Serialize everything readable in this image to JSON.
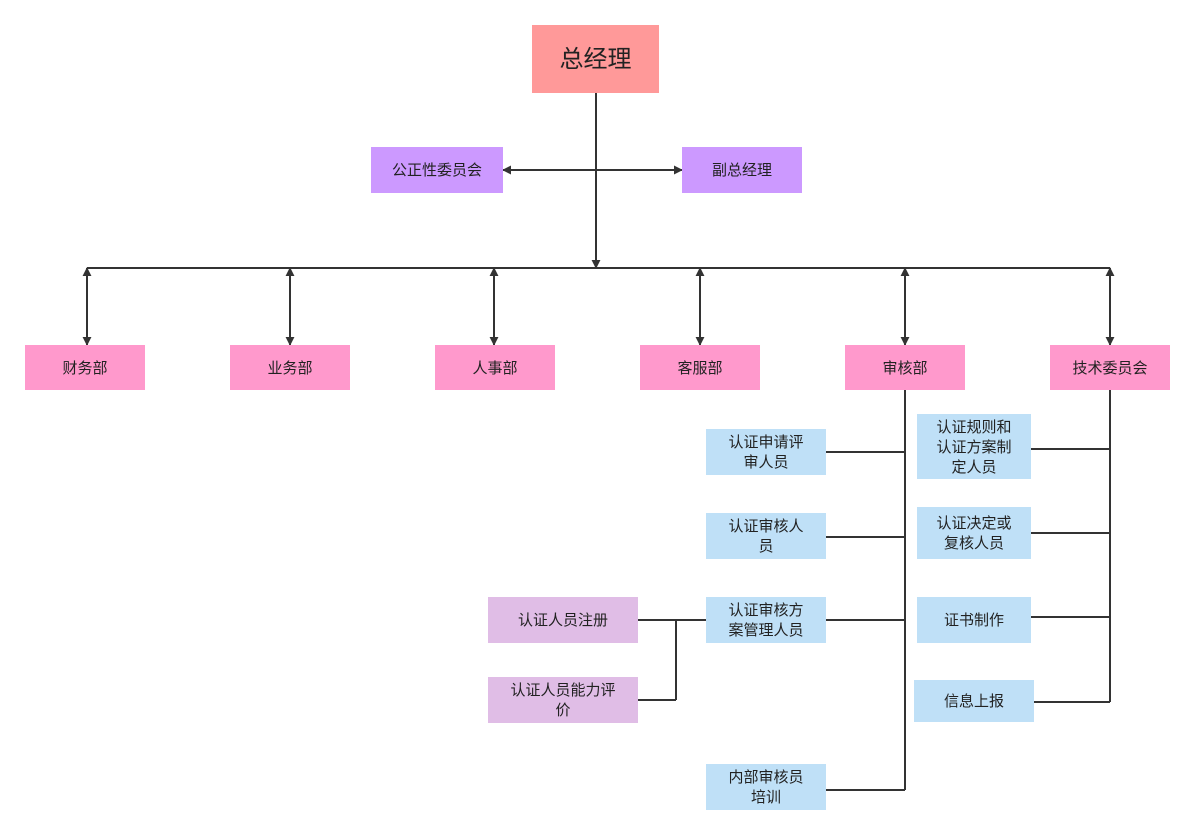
{
  "nodes": {
    "gm": "总经理",
    "fair": "公正性委员会",
    "vgm": "副总经理",
    "finance": "财务部",
    "business": "业务部",
    "hr": "人事部",
    "service": "客服部",
    "audit": "审核部",
    "tech": "技术委员会",
    "apply_reviewer": "认证申请评\n审人员",
    "auditor": "认证审核人\n员",
    "plan_manager": "认证审核方\n案管理人员",
    "internal_training": "内部审核员\n培训",
    "registration": "认证人员注册",
    "competence": "认证人员能力评\n价",
    "rules": "认证规则和\n认证方案制\n定人员",
    "decision": "认证决定或\n复核人员",
    "cert_make": "证书制作",
    "info_report": "信息上报"
  },
  "colors": {
    "top": "#ff9999",
    "executive": "#cc99ff",
    "department": "#ff99cc",
    "staff": "#bfe0f7",
    "registration": "#e0bde6",
    "line": "#333333"
  }
}
